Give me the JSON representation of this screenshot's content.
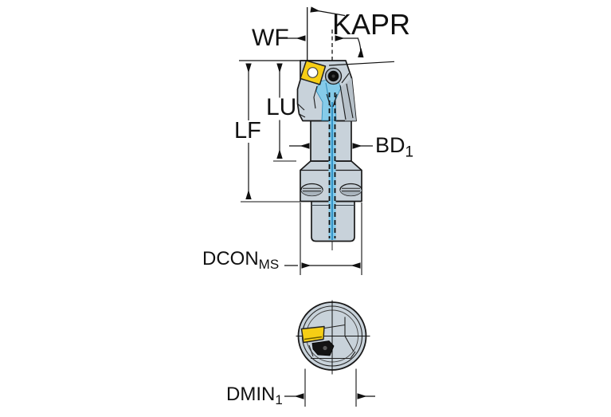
{
  "diagram": {
    "description": "Technical dimension drawing of a turning tool holder with insert, front view and end view",
    "background": "#FFFFFF",
    "colors": {
      "body_fill": "#C8D2DA",
      "body_shade": "#B7C1C9",
      "slot_shade": "#A9B4BD",
      "insert_yellow": "#F6CE15",
      "coolant_light": "#85CBE9",
      "coolant_dark": "#1F86C0",
      "outline": "#1A1A1A"
    },
    "labels": {
      "wf": {
        "text": "WF"
      },
      "kapr": {
        "text": "KAPR"
      },
      "lu": {
        "text": "LU"
      },
      "lf": {
        "text": "LF"
      },
      "bd1": {
        "text": "BD",
        "sub": "1"
      },
      "dcon_ms": {
        "text": "DCON",
        "sub": "MS"
      },
      "dmin1": {
        "text": "DMIN",
        "sub": "1"
      }
    }
  }
}
